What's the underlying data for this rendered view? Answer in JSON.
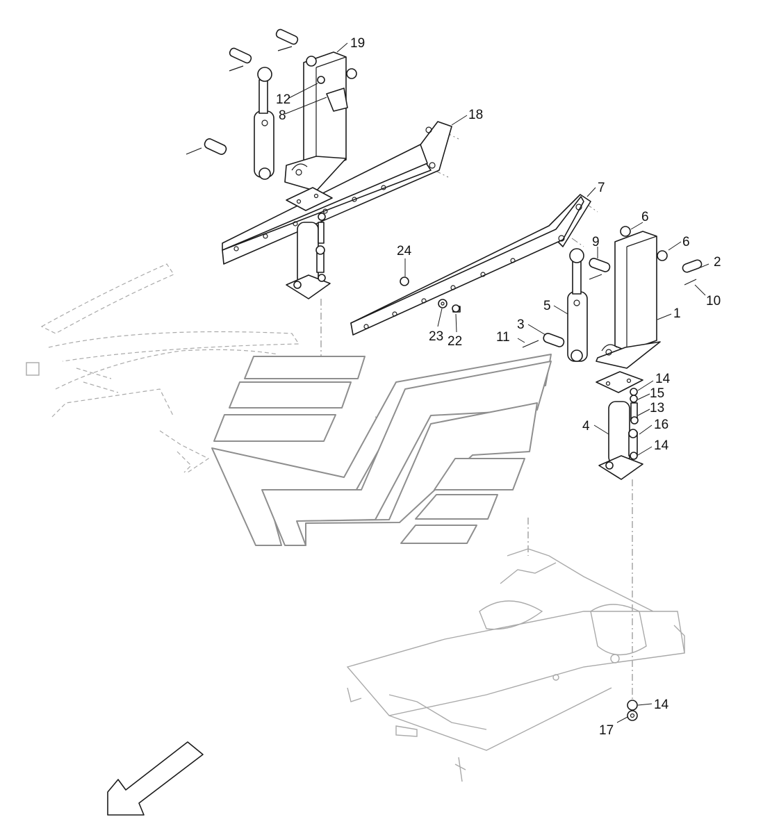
{
  "diagram": {
    "callouts": [
      "19",
      "12",
      "8",
      "18",
      "7",
      "6",
      "6",
      "9",
      "2",
      "10",
      "1",
      "24",
      "5",
      "3",
      "11",
      "23",
      "22",
      "14",
      "15",
      "13",
      "4",
      "16",
      "14",
      "14",
      "17"
    ],
    "colors": {
      "line": "#1a1a1a",
      "ghost": "#a9a9a9",
      "logo": "#8e8e8e",
      "background": "#ffffff"
    },
    "icons": [
      "direction-arrow-icon"
    ]
  }
}
